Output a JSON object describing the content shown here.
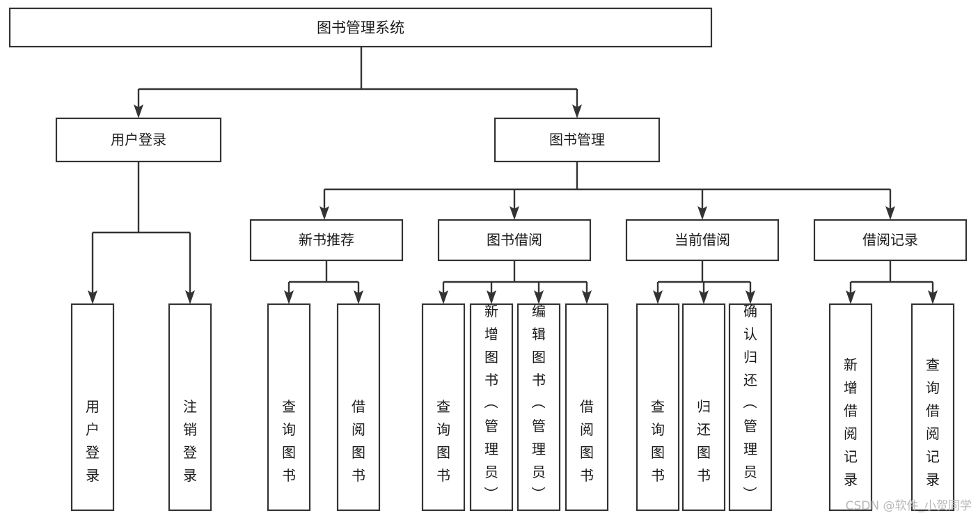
{
  "diagram": {
    "title": "图书管理系统",
    "type": "tree-hierarchy-diagram",
    "colors": {
      "box_fill": "#ffffff",
      "box_stroke": "#333333",
      "text": "#1a1a1a",
      "connector": "#333333",
      "background": "#ffffff",
      "watermark": "#b9b9b9"
    },
    "root": {
      "label": "图书管理系统"
    },
    "level2": [
      {
        "label": "用户登录"
      },
      {
        "label": "图书管理"
      }
    ],
    "level3": [
      {
        "label": "新书推荐"
      },
      {
        "label": "图书借阅"
      },
      {
        "label": "当前借阅"
      },
      {
        "label": "借阅记录"
      }
    ],
    "leaves": {
      "user_login": [
        {
          "label": "用户登录"
        },
        {
          "label": "注销登录"
        }
      ],
      "new_book": [
        {
          "label": "查询图书"
        },
        {
          "label": "借阅图书"
        }
      ],
      "borrow_book": [
        {
          "label": "查询图书"
        },
        {
          "label": "新增图书（管理员）"
        },
        {
          "label": "编辑图书（管理员）"
        },
        {
          "label": "借阅图书"
        }
      ],
      "current_borrow": [
        {
          "label": "查询图书"
        },
        {
          "label": "归还图书"
        },
        {
          "label": "确认归还（管理员）"
        }
      ],
      "borrow_record": [
        {
          "label": "新增借阅记录"
        },
        {
          "label": "查询借阅记录"
        }
      ]
    }
  },
  "watermark": {
    "text": "CSDN @软件_小贺同学"
  }
}
